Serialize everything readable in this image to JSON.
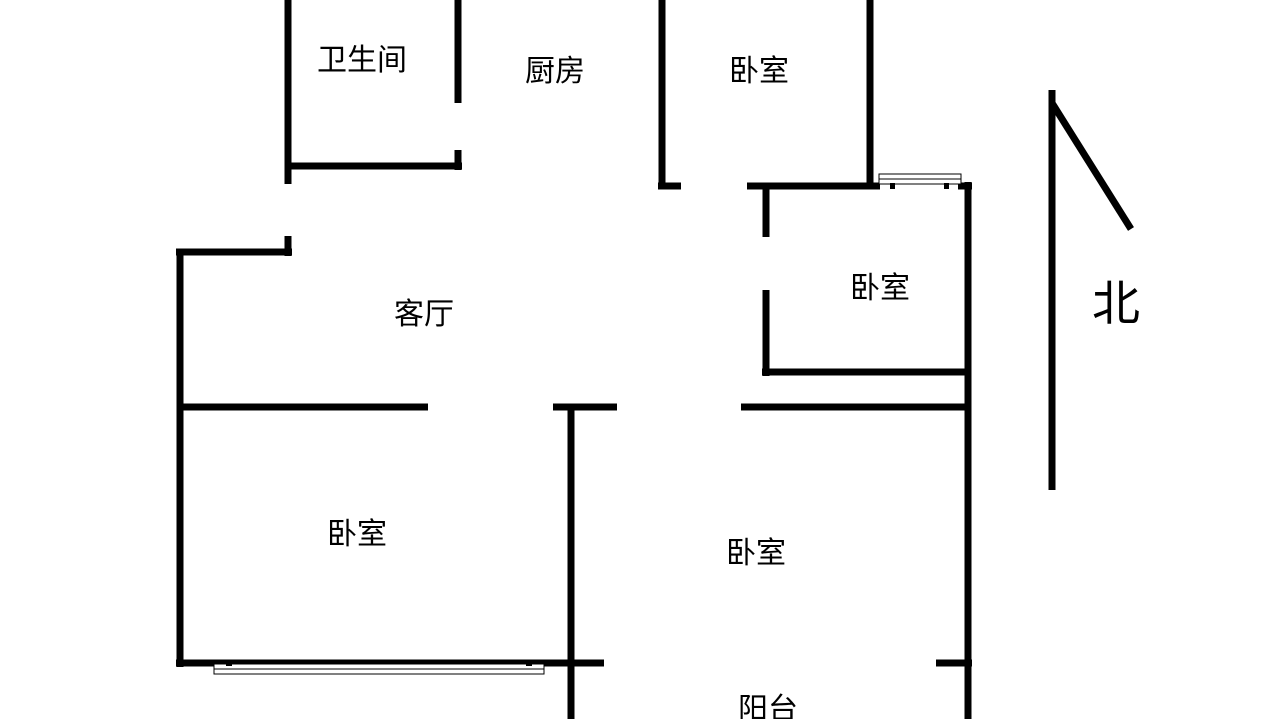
{
  "floorplan": {
    "rooms": [
      {
        "id": "bathroom",
        "label": "卫生间"
      },
      {
        "id": "kitchen",
        "label": "厨房"
      },
      {
        "id": "bedroom-north",
        "label": "卧室"
      },
      {
        "id": "bedroom-east",
        "label": "卧室"
      },
      {
        "id": "living-room",
        "label": "客厅"
      },
      {
        "id": "bedroom-southwest",
        "label": "卧室"
      },
      {
        "id": "bedroom-south",
        "label": "卧室"
      },
      {
        "id": "balcony",
        "label": "阳台"
      }
    ],
    "north_label": "北",
    "colors": {
      "wall": "#000000",
      "background": "#ffffff"
    }
  }
}
